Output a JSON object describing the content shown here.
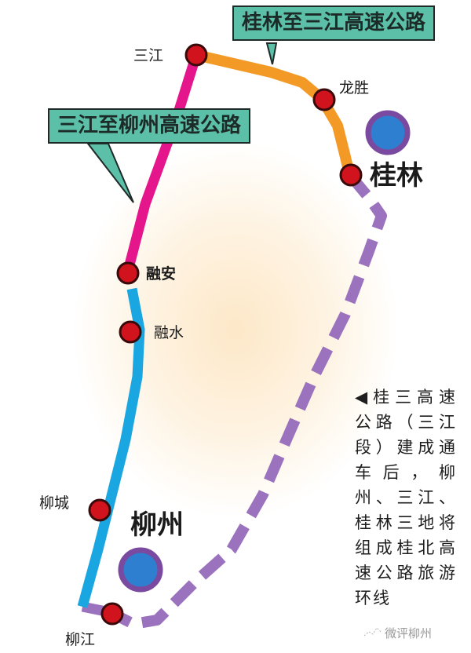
{
  "callouts": {
    "guilin_sanjiang": "桂林至三江高速公路",
    "sanjiang_liuzhou": "三江至柳州高速公路"
  },
  "stations": {
    "sanjiang": "三江",
    "longsheng": "龙胜",
    "guilin": "桂林",
    "rongan": "融安",
    "rongshui": "融水",
    "liucheng": "柳城",
    "liuzhou": "柳州",
    "liujiang": "柳江"
  },
  "note": "◀桂三高速公路（三江段）建成通车后，柳州、三江、桂林三地将组成桂北高速公路旅游环线",
  "watermark": "微评柳州",
  "colors": {
    "orange_route": "#f39a26",
    "magenta_route": "#e5168c",
    "blue_route": "#1aa6e0",
    "purple_dashed": "#9b72bd",
    "station_red": "#d0131c",
    "city_circle_fill": "#2e7fd0",
    "city_circle_ring": "#7a4aa0",
    "callout_fill": "#5cc0a8"
  }
}
